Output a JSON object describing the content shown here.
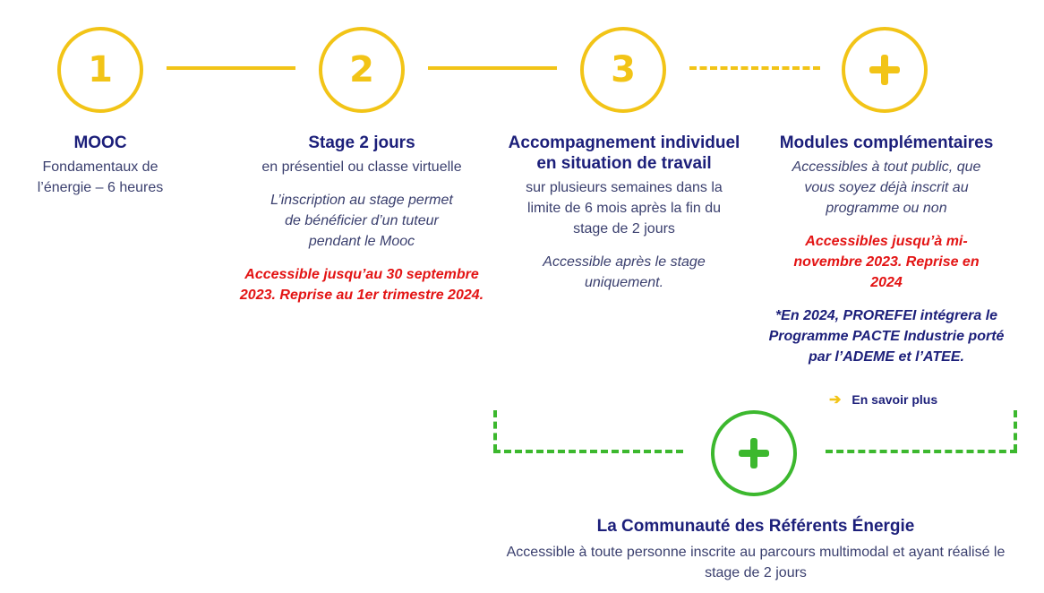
{
  "steps": [
    {
      "number": "1",
      "title": "MOOC",
      "desc": "Fondamentaux de l’énergie – 6 heures"
    },
    {
      "number": "2",
      "title": "Stage 2 jours",
      "desc": "en présentiel ou classe virtuelle",
      "note": "L’inscription au stage permet de bénéficier d’un tuteur pendant le Mooc",
      "availability": "Accessible jusqu’au 30 septembre 2023. Reprise au 1er trimestre 2024."
    },
    {
      "number": "3",
      "title": "Accompagnement individuel en situation de travail",
      "desc": "sur plusieurs semaines dans la limite de 6 mois après la fin du stage de 2 jours",
      "note": "Accessible après le stage uniquement."
    },
    {
      "symbol": "+",
      "title": "Modules complémentaires",
      "note": "Accessibles à tout public, que vous soyez déjà inscrit au programme ou non",
      "availability": "Accessibles jusqu’à mi-novembre 2023. Reprise en 2024",
      "footnote": "*En 2024, PROREFEI intégrera le Programme PACTE Industrie porté par l’ADEME et l’ATEE.",
      "link_label": "En savoir plus"
    }
  ],
  "community": {
    "symbol": "+",
    "title": "La Communauté des Référents Énergie",
    "desc": "Accessible à toute personne inscrite au parcours multimodal et ayant réalisé le stage de 2 jours"
  },
  "colors": {
    "accent": "#f2c417",
    "green": "#3cb82e",
    "navy": "#1c1f7a",
    "red": "#e31414"
  }
}
